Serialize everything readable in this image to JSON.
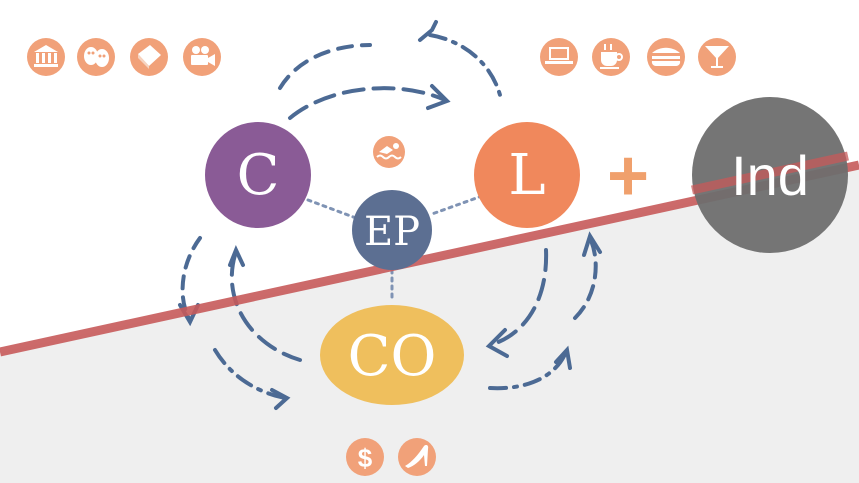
{
  "nodes": {
    "c": {
      "label": "C",
      "color": "#8a5b96"
    },
    "l": {
      "label": "L",
      "color": "#f0885c"
    },
    "ep": {
      "label": "EP",
      "color": "#5c6f92"
    },
    "co": {
      "label": "CO",
      "color": "#efbf5d"
    },
    "ind": {
      "label": "Ind",
      "color": "#6e6e6e"
    }
  },
  "plus": {
    "label": "+",
    "color": "#f0a06c"
  },
  "colors": {
    "icon_fill": "#f1a179",
    "arrow": "#4c6a94",
    "divider_line": "#c75a5a",
    "lower_region": "#efefef",
    "connector_dots": "#7f93b4"
  },
  "icons": {
    "top_left": [
      "museum-icon",
      "theater-masks-icon",
      "book-icon",
      "movie-camera-icon"
    ],
    "top_right": [
      "laptop-icon",
      "coffee-cup-icon",
      "food-icon",
      "cocktail-icon"
    ],
    "center": [
      "swimming-icon"
    ],
    "bottom": [
      "dollar-icon",
      "high-heel-icon"
    ]
  }
}
